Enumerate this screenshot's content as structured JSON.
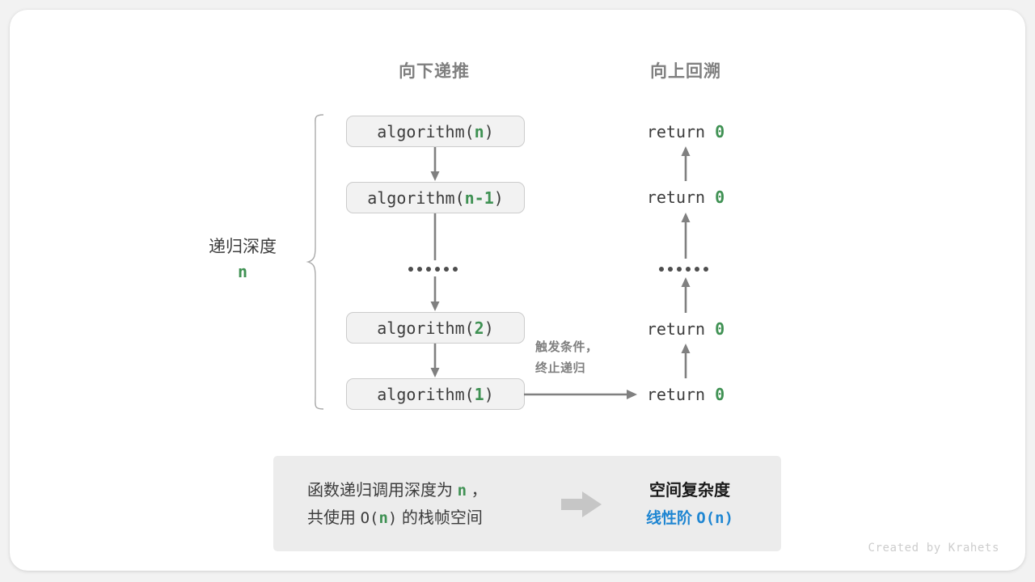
{
  "diagram": {
    "headers": {
      "left": "向下递推",
      "right": "向上回溯"
    },
    "depth": {
      "label": "递归深度",
      "value": "n"
    },
    "calls": [
      {
        "prefix": "algorithm(",
        "arg": "n",
        "suffix": ")"
      },
      {
        "prefix": "algorithm(",
        "arg": "n-1",
        "suffix": ")"
      },
      {
        "prefix": "algorithm(",
        "arg": "2",
        "suffix": ")"
      },
      {
        "prefix": "algorithm(",
        "arg": "1",
        "suffix": ")"
      }
    ],
    "returns": [
      {
        "text": "return ",
        "value": "0"
      },
      {
        "text": "return ",
        "value": "0"
      },
      {
        "text": "return ",
        "value": "0"
      },
      {
        "text": "return ",
        "value": "0"
      }
    ],
    "trigger_note": {
      "line1": "触发条件，",
      "line2": "终止递归"
    },
    "ellipsis_dot_count": 6
  },
  "summary": {
    "left_line1_a": "函数递归调用深度为 ",
    "left_line1_n": "n",
    "left_line1_b": " ，",
    "left_line2_a": "共使用 ",
    "left_line2_o": "O(",
    "left_line2_n": "n",
    "left_line2_c": ")",
    "left_line2_b": " 的栈帧空间",
    "right_title": "空间复杂度",
    "right_value_label": "线性阶 ",
    "right_value_mono": "O(n)"
  },
  "credit": "Created by Krahets",
  "colors": {
    "accent_green": "#3f9153",
    "accent_blue": "#1f86d2",
    "stroke_gray": "#808080",
    "text_gray": "#7f7f7f",
    "box_fill": "#f2f2f2",
    "panel_fill": "#ececec"
  }
}
